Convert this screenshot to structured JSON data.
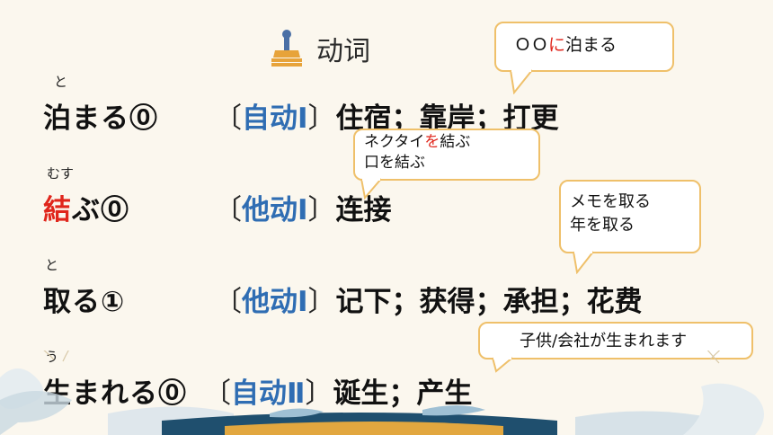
{
  "header": {
    "title": "动词",
    "icon": "stamp-icon"
  },
  "entries": [
    {
      "ruby": "と",
      "word_pre": "",
      "word_hl": "",
      "word_rest": "泊まる⓪",
      "gloss_open": "〔",
      "gloss_type": "自动Ⅰ",
      "gloss_close": "〕",
      "gloss_meaning": "住宿；靠岸；打更"
    },
    {
      "ruby": "むす",
      "word_pre": "",
      "word_hl": "結",
      "word_rest": "ぶ⓪",
      "gloss_open": "〔",
      "gloss_type": "他动Ⅰ",
      "gloss_close": "〕",
      "gloss_meaning": "连接"
    },
    {
      "ruby": "と",
      "word_pre": "",
      "word_hl": "",
      "word_rest": "取る①",
      "gloss_open": "〔",
      "gloss_type": "他动Ⅰ",
      "gloss_close": "〕",
      "gloss_meaning": "记下；获得；承担；花费"
    },
    {
      "ruby": "う",
      "word_pre": "",
      "word_hl": "",
      "word_rest": "生まれる⓪",
      "gloss_open": "〔",
      "gloss_type": "自动Ⅱ",
      "gloss_close": "〕",
      "gloss_meaning": "诞生；产生"
    }
  ],
  "bubbles": {
    "b1": {
      "pre": "ＯＯ",
      "red": "に",
      "post": "泊まる"
    },
    "b2": {
      "l1_pre": "ネクタイ",
      "l1_red": "を",
      "l1_post": "結ぶ",
      "l2": "口を結ぶ"
    },
    "b3": {
      "l1": "メモを取る",
      "l2": "年を取る"
    },
    "b4": {
      "text": "子供/会社が生まれます"
    }
  },
  "colors": {
    "accent_blue": "#2f6db3",
    "highlight_red": "#e0261c",
    "bubble_border": "#efc06a",
    "background": "#fbf7ee"
  }
}
